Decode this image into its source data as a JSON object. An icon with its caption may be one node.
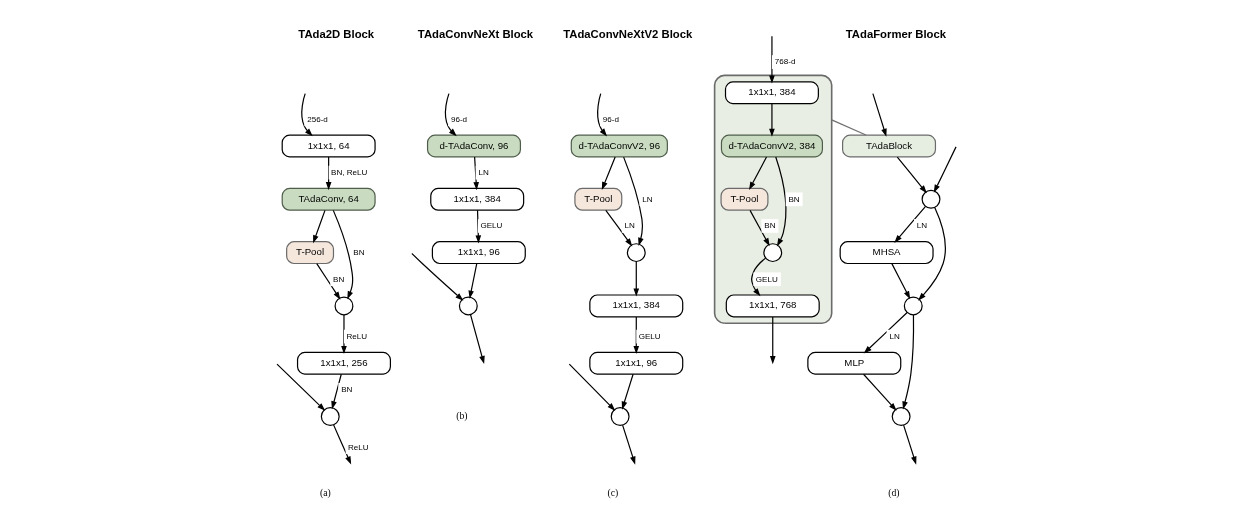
{
  "diagram": {
    "nodes": [
      {
        "text": [
          "1x1x1, 64"
        ]
      },
      {
        "text": [
          "TAdaConv, 64"
        ]
      },
      {
        "text": [
          "T-Pool"
        ]
      },
      {
        "text": [],
        "shape": "circle"
      },
      {
        "text": [
          "1x1x1, 256"
        ]
      },
      {
        "text": [],
        "shape": "circle"
      },
      {
        "text": [
          "d-TAdaConv, 96"
        ]
      },
      {
        "text": [
          "1x1x1, 384"
        ]
      },
      {
        "text": [
          "1x1x1, 96"
        ]
      },
      {
        "text": [],
        "shape": "circle"
      },
      {
        "text": [
          "d-TAdaConvV2, 96"
        ]
      },
      {
        "text": [
          "T-Pool"
        ]
      },
      {
        "text": [],
        "shape": "circle"
      },
      {
        "text": [
          "1x1x1, 384"
        ]
      },
      {
        "text": [
          "1x1x1, 96"
        ]
      },
      {
        "text": [],
        "shape": "circle"
      },
      {
        "text": [
          "TAdaBlock"
        ]
      },
      {
        "text": [],
        "shape": "circle"
      },
      {
        "text": [
          "MHSA"
        ]
      },
      {
        "text": [],
        "shape": "circle"
      },
      {
        "text": [
          "MLP"
        ]
      },
      {
        "text": [],
        "shape": "circle"
      },
      {
        "text": [],
        "shape": "box"
      },
      {
        "text": [
          "1x1x1, 384"
        ],
        "in": 22
      },
      {
        "text": [
          "d-TAdaConvV2, 384"
        ],
        "in": 22
      },
      {
        "text": [
          "T-Pool"
        ],
        "in": 22
      },
      {
        "text": [],
        "shape": "circle",
        "in": 22
      },
      {
        "text": [
          "1x1x1, 768"
        ],
        "in": 22
      }
    ],
    "edges": [
      {
        "from": null,
        "to": 0,
        "arrow": "to",
        "label": "256-d"
      },
      {
        "from": null,
        "to": 5,
        "arrow": "to"
      },
      {
        "from": 0,
        "to": 1,
        "arrow": "to",
        "label": "BN, ReLU"
      },
      {
        "from": 1,
        "to": 2,
        "arrow": "to"
      },
      {
        "from": 1,
        "to": 3,
        "arrow": "to",
        "label": "BN"
      },
      {
        "from": 2,
        "to": 3,
        "arrow": "to",
        "label": "BN"
      },
      {
        "from": 3,
        "to": 4,
        "arrow": "to",
        "label": "ReLU"
      },
      {
        "from": 4,
        "to": 5,
        "arrow": "to",
        "label": "BN"
      },
      {
        "from": 5,
        "to": null,
        "arrow": "to",
        "label": "ReLU"
      },
      {
        "from": null,
        "to": 6,
        "arrow": "to",
        "label": "96-d"
      },
      {
        "from": null,
        "to": 9,
        "arrow": "to"
      },
      {
        "from": 6,
        "to": 7,
        "arrow": "to",
        "label": "LN"
      },
      {
        "from": 7,
        "to": 8,
        "arrow": "to",
        "label": "GELU"
      },
      {
        "from": 8,
        "to": 9,
        "arrow": "to"
      },
      {
        "from": 9,
        "to": null,
        "arrow": "to"
      },
      {
        "from": null,
        "to": 10,
        "arrow": "to",
        "label": "96-d"
      },
      {
        "from": null,
        "to": 15,
        "arrow": "to"
      },
      {
        "from": 10,
        "to": 11,
        "arrow": "to"
      },
      {
        "from": 10,
        "to": 12,
        "arrow": "to",
        "label": "LN"
      },
      {
        "from": 11,
        "to": 12,
        "arrow": "to",
        "label": "LN"
      },
      {
        "from": 12,
        "to": 13,
        "arrow": "to"
      },
      {
        "from": 13,
        "to": 14,
        "arrow": "to",
        "label": "GELU"
      },
      {
        "from": 14,
        "to": 15,
        "arrow": "to"
      },
      {
        "from": 15,
        "to": null,
        "arrow": "to"
      },
      {
        "from": null,
        "to": 16,
        "arrow": "to"
      },
      {
        "from": null,
        "to": 17,
        "arrow": "to"
      },
      {
        "from": 16,
        "to": 17,
        "arrow": "to"
      },
      {
        "from": 17,
        "to": 18,
        "arrow": "to",
        "label": "LN"
      },
      {
        "from": 17,
        "to": 19,
        "arrow": "to"
      },
      {
        "from": 18,
        "to": 19,
        "arrow": "to"
      },
      {
        "from": 19,
        "to": 20,
        "arrow": "to",
        "label": "LN"
      },
      {
        "from": 19,
        "to": 21,
        "arrow": "to"
      },
      {
        "from": 20,
        "to": 21,
        "arrow": "to"
      },
      {
        "from": 21,
        "to": null,
        "arrow": "to"
      },
      {
        "from": 16,
        "to": 22,
        "arrow": "none",
        "color": "#707070"
      },
      {
        "from": null,
        "to": 23,
        "arrow": "to",
        "label": "768-d"
      },
      {
        "from": 23,
        "to": 24,
        "arrow": "to"
      },
      {
        "from": 24,
        "to": 25,
        "arrow": "to"
      },
      {
        "from": 24,
        "to": 26,
        "arrow": "to",
        "label": "BN"
      },
      {
        "from": 25,
        "to": 26,
        "arrow": "to",
        "label": "BN"
      },
      {
        "from": 26,
        "to": 27,
        "arrow": "to",
        "label": "GELU"
      },
      {
        "from": 27,
        "to": null,
        "arrow": "to"
      }
    ],
    "labels": [
      "TAda2D Block",
      "TAdaConvNeXt Block",
      "TAdaConvNeXtV2 Block",
      "TAdaFormer Block",
      "(a)",
      "(b)",
      "(c)",
      "(d)"
    ]
  }
}
